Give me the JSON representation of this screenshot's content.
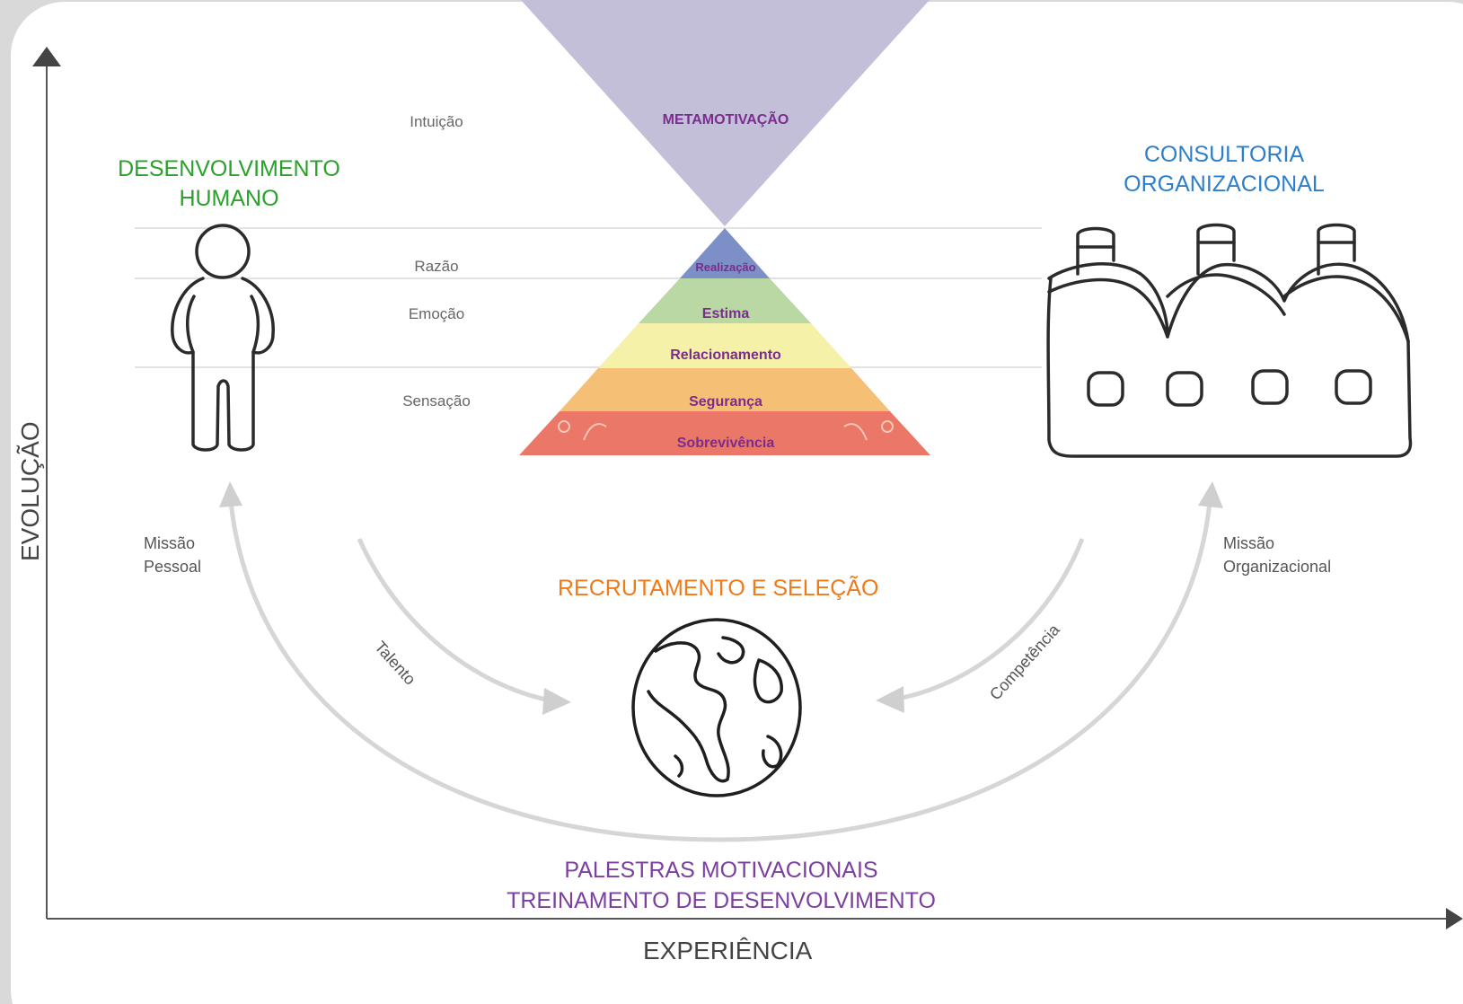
{
  "axes": {
    "y_label": "EVOLUÇÃO",
    "x_label": "EXPERIÊNCIA"
  },
  "consciousness_levels": [
    "Intuição",
    "Razão",
    "Emoção",
    "Sensação"
  ],
  "metamotivation": "METAMOTIVAÇÃO",
  "pyramid": {
    "tiers": [
      "Realização",
      "Estima",
      "Relacionamento",
      "Segurança",
      "Sobrevivência"
    ],
    "colors": [
      "#7c8fc6",
      "#b7d7a2",
      "#f5f0a6",
      "#f6bd73",
      "#ea7667"
    ]
  },
  "left_block": {
    "title_line1": "DESENVOLVIMENTO",
    "title_line2": "HUMANO",
    "mission_line1": "Missão",
    "mission_line2": "Pessoal",
    "icon": "person-icon"
  },
  "right_block": {
    "title_line1": "CONSULTORIA",
    "title_line2": "ORGANIZACIONAL",
    "mission_line1": "Missão",
    "mission_line2": "Organizacional",
    "icon": "factory-icon"
  },
  "center_block": {
    "title": "RECRUTAMENTO E SELEÇÃO",
    "icon": "globe-icon",
    "talent_label": "Talento",
    "competence_label": "Competência"
  },
  "bottom_block": {
    "line1": "PALESTRAS MOTIVACIONAIS",
    "line2": "TREINAMENTO DE DESENVOLVIMENTO"
  },
  "colors": {
    "human": "#2aa12a",
    "organization": "#2f7fc8",
    "recruitment": "#ee7a1a",
    "lectures": "#7b3fa0",
    "pyramid_text": "#7b2d8e",
    "funnel": "#c3bfd9"
  }
}
